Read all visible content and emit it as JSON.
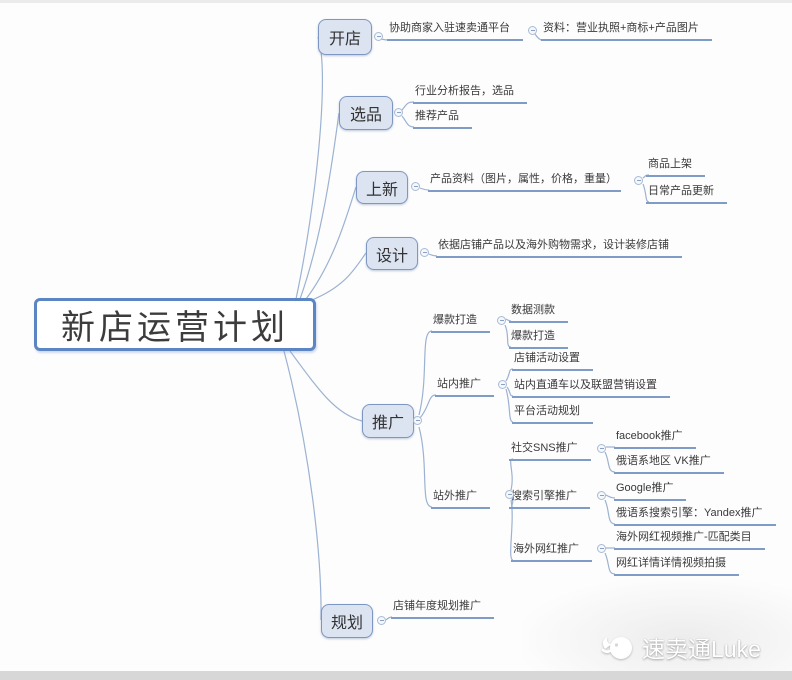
{
  "watermark": {
    "label": "速卖通Luke"
  },
  "icons": {
    "collapse_icon": "minus-in-circle ⊖",
    "watermark_logo": "cartoon-mascot"
  },
  "colors": {
    "branch_fill": "#dce4f1",
    "branch_border": "#7e97c2",
    "root_border": "#5c85c4",
    "connector_line": "#9cb2d2",
    "topic_underline": "#7e9cc5",
    "text": "#3a3a3a",
    "watermark_text": "#ffffff"
  },
  "mindmap": {
    "root": {
      "label": "新店运营计划"
    },
    "branches": [
      {
        "label": "开店",
        "children": [
          {
            "label": "协助商家入驻速卖通平台",
            "children": [
              {
                "label": "资料：营业执照+商标+产品图片"
              }
            ]
          }
        ]
      },
      {
        "label": "选品",
        "children": [
          {
            "label": "行业分析报告，选品"
          },
          {
            "label": "推荐产品"
          }
        ]
      },
      {
        "label": "上新",
        "children": [
          {
            "label": "产品资料（图片，属性，价格，重量）",
            "children": [
              {
                "label": "商品上架"
              },
              {
                "label": "日常产品更新"
              }
            ]
          }
        ]
      },
      {
        "label": "设计",
        "children": [
          {
            "label": "依据店铺产品以及海外购物需求，设计装修店铺"
          }
        ]
      },
      {
        "label": "推广",
        "children": [
          {
            "label": "爆款打造",
            "children": [
              {
                "label": "数据测款"
              },
              {
                "label": "爆款打造"
              }
            ]
          },
          {
            "label": "站内推广",
            "children": [
              {
                "label": "店铺活动设置"
              },
              {
                "label": "站内直通车以及联盟营销设置"
              },
              {
                "label": "平台活动规划"
              }
            ]
          },
          {
            "label": "站外推广",
            "children": [
              {
                "label": "社交SNS推广",
                "children": [
                  {
                    "label": "facebook推广"
                  },
                  {
                    "label": "俄语系地区 VK推广"
                  }
                ]
              },
              {
                "label": "搜索引擎推广",
                "children": [
                  {
                    "label": "Google推广"
                  },
                  {
                    "label": "俄语系搜索引擎：Yandex推广"
                  }
                ]
              },
              {
                "label": "海外网红推广",
                "children": [
                  {
                    "label": "海外网红视频推广-匹配类目"
                  },
                  {
                    "label": "网红详情详情视频拍摄"
                  }
                ]
              }
            ]
          }
        ]
      },
      {
        "label": "规划",
        "children": [
          {
            "label": "店铺年度规划推广"
          }
        ]
      }
    ]
  }
}
